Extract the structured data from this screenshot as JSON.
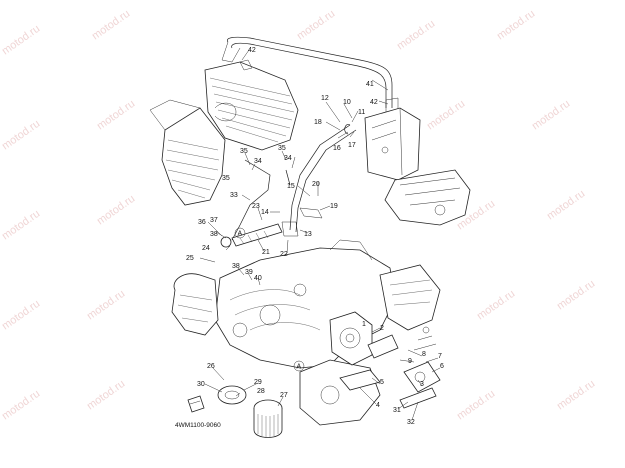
{
  "watermark": "motod.ru",
  "diagram_code": "4WM1100-9060",
  "callouts": {
    "c42a": "42",
    "c41": "41",
    "c42b": "42",
    "c12": "12",
    "c10": "10",
    "c18": "18",
    "c11": "11",
    "c16": "16",
    "c17": "17",
    "c35a": "35",
    "c34a": "34",
    "c35b": "35",
    "c35c": "35",
    "c34b": "34",
    "c15": "15",
    "c20": "20",
    "c33": "33",
    "c14": "14",
    "c19": "19",
    "c23": "23",
    "c13": "13",
    "c36": "36",
    "c37": "37",
    "c38": "38",
    "cA1": "A",
    "c21": "21",
    "c24": "24",
    "c22": "22",
    "c25": "25",
    "c38b": "38",
    "c39": "39",
    "c40": "40",
    "c2": "2",
    "c8": "8",
    "c9": "9",
    "c7": "7",
    "c6": "6",
    "c3": "3",
    "c26": "26",
    "c30": "30",
    "c29": "29",
    "c28": "28",
    "c27": "27",
    "cA2": "A",
    "c4": "4",
    "c5": "5",
    "c31": "31",
    "c32": "32",
    "c1": "1"
  }
}
